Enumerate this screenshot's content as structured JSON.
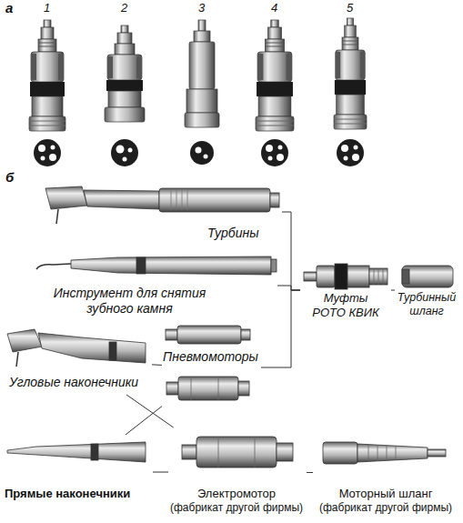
{
  "diagram": {
    "nodes": [
      {
        "text": [
          "Турбины"
        ]
      },
      {
        "text": [
          "Инструмент для снятия зубного камня"
        ]
      },
      {
        "text": [
          "Муфты РОТО КВИК"
        ]
      },
      {
        "text": [
          "Турбинный шланг"
        ]
      },
      {
        "text": [
          "Угловые наконечники"
        ]
      },
      {
        "text": [
          "Пневмомоторы"
        ]
      },
      {
        "text": [
          "Прямые наконечники"
        ]
      },
      {
        "text": [
          "Электромотор",
          "(фабрикат другой фирмы)"
        ]
      },
      {
        "text": [
          "Моторный шланг",
          "(фабрикат другой фирмы)"
        ]
      }
    ],
    "edges": [
      {
        "from": 0,
        "to": 2,
        "arrow": "none"
      },
      {
        "from": 1,
        "to": 2,
        "arrow": "none"
      },
      {
        "from": 5,
        "to": 2,
        "arrow": "none"
      },
      {
        "from": 2,
        "to": 3,
        "arrow": "none"
      },
      {
        "from": 4,
        "to": 5,
        "arrow": "none"
      },
      {
        "from": 4,
        "to": 7,
        "arrow": "none"
      },
      {
        "from": 6,
        "to": 5,
        "arrow": "none"
      },
      {
        "from": 6,
        "to": 7,
        "arrow": "none"
      },
      {
        "from": 7,
        "to": 8,
        "arrow": "none"
      }
    ],
    "labels": [
      "а",
      "1",
      "2",
      "3",
      "4",
      "5",
      "б"
    ]
  }
}
